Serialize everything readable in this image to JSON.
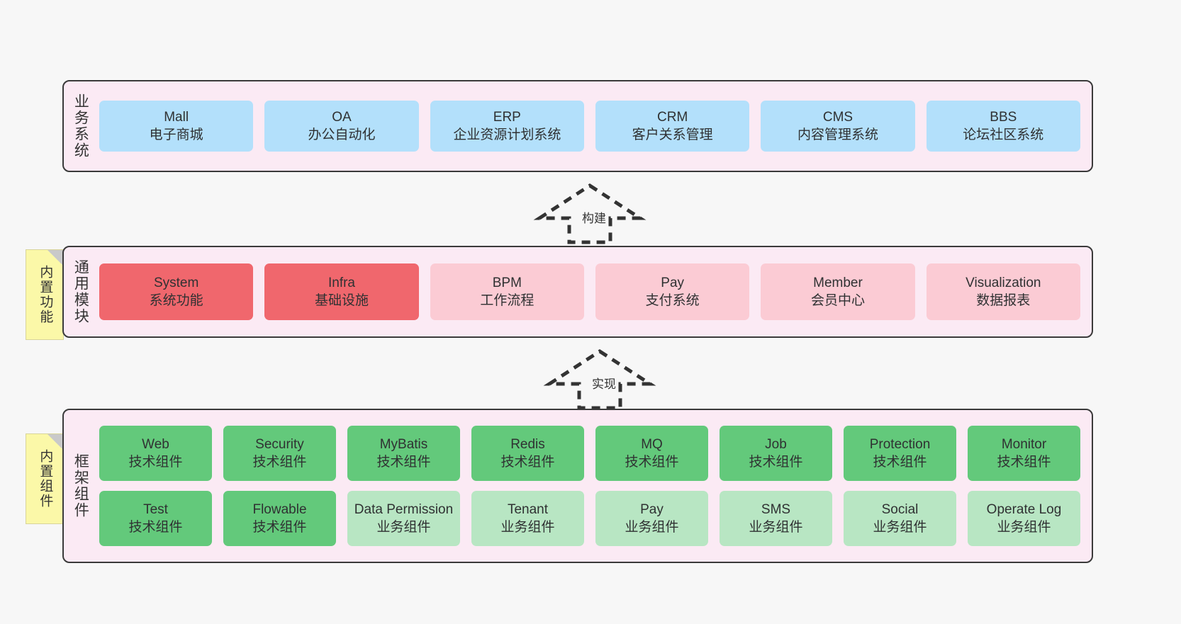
{
  "diagram": {
    "background_color": "#f7f7f7",
    "layer_fill": "#fbeaf4",
    "layer_border": "#3a3a3a",
    "note_fill": "#fbf8a8"
  },
  "layers": [
    {
      "id": "business",
      "title": "业务系统",
      "rows": [
        {
          "nodes": [
            {
              "en": "Mall",
              "cn": "电子商城",
              "color": "#b3e0fb",
              "style": "n-blue"
            },
            {
              "en": "OA",
              "cn": "办公自动化",
              "color": "#b3e0fb",
              "style": "n-blue"
            },
            {
              "en": "ERP",
              "cn": "企业资源计划系统",
              "color": "#b3e0fb",
              "style": "n-blue"
            },
            {
              "en": "CRM",
              "cn": "客户关系管理",
              "color": "#b3e0fb",
              "style": "n-blue"
            },
            {
              "en": "CMS",
              "cn": "内容管理系统",
              "color": "#b3e0fb",
              "style": "n-blue"
            },
            {
              "en": "BBS",
              "cn": "论坛社区系统",
              "color": "#b3e0fb",
              "style": "n-blue"
            }
          ]
        }
      ]
    },
    {
      "id": "common",
      "title": "通用模块",
      "note": "内置功能",
      "rows": [
        {
          "nodes": [
            {
              "en": "System",
              "cn": "系统功能",
              "color": "#f0676d",
              "style": "n-red"
            },
            {
              "en": "Infra",
              "cn": "基础设施",
              "color": "#f0676d",
              "style": "n-red"
            },
            {
              "en": "BPM",
              "cn": "工作流程",
              "color": "#fbcbd4",
              "style": "n-pink"
            },
            {
              "en": "Pay",
              "cn": "支付系统",
              "color": "#fbcbd4",
              "style": "n-pink"
            },
            {
              "en": "Member",
              "cn": "会员中心",
              "color": "#fbcbd4",
              "style": "n-pink"
            },
            {
              "en": "Visualization",
              "cn": "数据报表",
              "color": "#fbcbd4",
              "style": "n-pink"
            }
          ]
        }
      ]
    },
    {
      "id": "framework",
      "title": "框架组件",
      "note": "内置组件",
      "rows": [
        {
          "nodes": [
            {
              "en": "Web",
              "cn": "技术组件",
              "color": "#63c97b",
              "style": "n-green"
            },
            {
              "en": "Security",
              "cn": "技术组件",
              "color": "#63c97b",
              "style": "n-green"
            },
            {
              "en": "MyBatis",
              "cn": "技术组件",
              "color": "#63c97b",
              "style": "n-green"
            },
            {
              "en": "Redis",
              "cn": "技术组件",
              "color": "#63c97b",
              "style": "n-green"
            },
            {
              "en": "MQ",
              "cn": "技术组件",
              "color": "#63c97b",
              "style": "n-green"
            },
            {
              "en": "Job",
              "cn": "技术组件",
              "color": "#63c97b",
              "style": "n-green"
            },
            {
              "en": "Protection",
              "cn": "技术组件",
              "color": "#63c97b",
              "style": "n-green"
            },
            {
              "en": "Monitor",
              "cn": "技术组件",
              "color": "#63c97b",
              "style": "n-green"
            }
          ]
        },
        {
          "nodes": [
            {
              "en": "Test",
              "cn": "技术组件",
              "color": "#63c97b",
              "style": "n-green"
            },
            {
              "en": "Flowable",
              "cn": "技术组件",
              "color": "#63c97b",
              "style": "n-green"
            },
            {
              "en": "Data Permission",
              "cn": "业务组件",
              "color": "#b8e6c3",
              "style": "n-lightgreen"
            },
            {
              "en": "Tenant",
              "cn": "业务组件",
              "color": "#b8e6c3",
              "style": "n-lightgreen"
            },
            {
              "en": "Pay",
              "cn": "业务组件",
              "color": "#b8e6c3",
              "style": "n-lightgreen"
            },
            {
              "en": "SMS",
              "cn": "业务组件",
              "color": "#b8e6c3",
              "style": "n-lightgreen"
            },
            {
              "en": "Social",
              "cn": "业务组件",
              "color": "#b8e6c3",
              "style": "n-lightgreen"
            },
            {
              "en": "Operate Log",
              "cn": "业务组件",
              "color": "#b8e6c3",
              "style": "n-lightgreen"
            }
          ]
        }
      ]
    }
  ],
  "arrows": [
    {
      "id": "build",
      "label": "构建",
      "from": "common",
      "to": "business",
      "style": "dashed-hollow-up"
    },
    {
      "id": "impl",
      "label": "实现",
      "from": "framework",
      "to": "common",
      "style": "dashed-hollow-up"
    }
  ]
}
